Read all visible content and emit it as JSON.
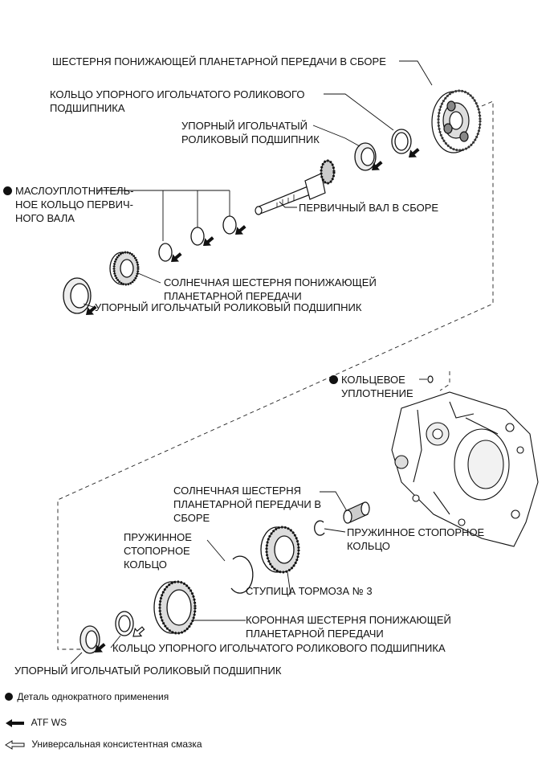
{
  "labels": {
    "planet_gear_assy": "ШЕСТЕРНЯ ПОНИЖАЮЩЕЙ ПЛАНЕТАРНОЙ ПЕРЕДАЧИ В СБОРЕ",
    "thrust_race_top": "КОЛЬЦО УПОРНОГО ИГОЛЬЧАТОГО РОЛИКОВОГО\nПОДШИПНИКА",
    "thrust_bearing_top": "УПОРНЫЙ ИГОЛЬЧАТЫЙ\nРОЛИКОВЫЙ ПОДШИПНИК",
    "oil_seal_ring": "МАСЛОУПЛОТНИТЕЛЬ-\nНОЕ КОЛЬЦО ПЕРВИЧ-\nНОГО ВАЛА",
    "input_shaft": "ПЕРВИЧНЫЙ ВАЛ В СБОРЕ",
    "sun_gear_reduction": "СОЛНЕЧНАЯ ШЕСТЕРНЯ ПОНИЖАЮЩЕЙ\nПЛАНЕТАРНОЙ ПЕРЕДАЧИ",
    "thrust_bearing_mid": "УПОРНЫЙ ИГОЛЬЧАТЫЙ РОЛИКОВЫЙ ПОДШИПНИК",
    "o_ring": "КОЛЬЦЕВОЕ\nУПЛОТНЕНИЕ",
    "sun_gear_assy": "СОЛНЕЧНАЯ ШЕСТЕРНЯ\nПЛАНЕТАРНОЙ ПЕРЕДАЧИ В\nСБОРЕ",
    "snap_ring_right": "ПРУЖИННОЕ СТОПОРНОЕ\nКОЛЬЦО",
    "snap_ring_left": "ПРУЖИННОЕ\nСТОПОРНОЕ\nКОЛЬЦО",
    "brake_hub": "СТУПИЦА ТОРМОЗА № 3",
    "ring_gear": "КОРОННАЯ ШЕСТЕРНЯ ПОНИЖАЮЩЕЙ\nПЛАНЕТАРНОЙ ПЕРЕДАЧИ",
    "thrust_race_bottom": "КОЛЬЦО УПОРНОГО ИГОЛЬЧАТОГО РОЛИКОВОГО ПОДШИПНИКА",
    "thrust_bearing_bottom": "УПОРНЫЙ ИГОЛЬЧАТЫЙ РОЛИКОВЫЙ ПОДШИПНИК"
  },
  "legend": {
    "non_reusable": "Деталь однократного применения",
    "atf": "ATF WS",
    "grease": "Универсальная консистентная смазка"
  }
}
